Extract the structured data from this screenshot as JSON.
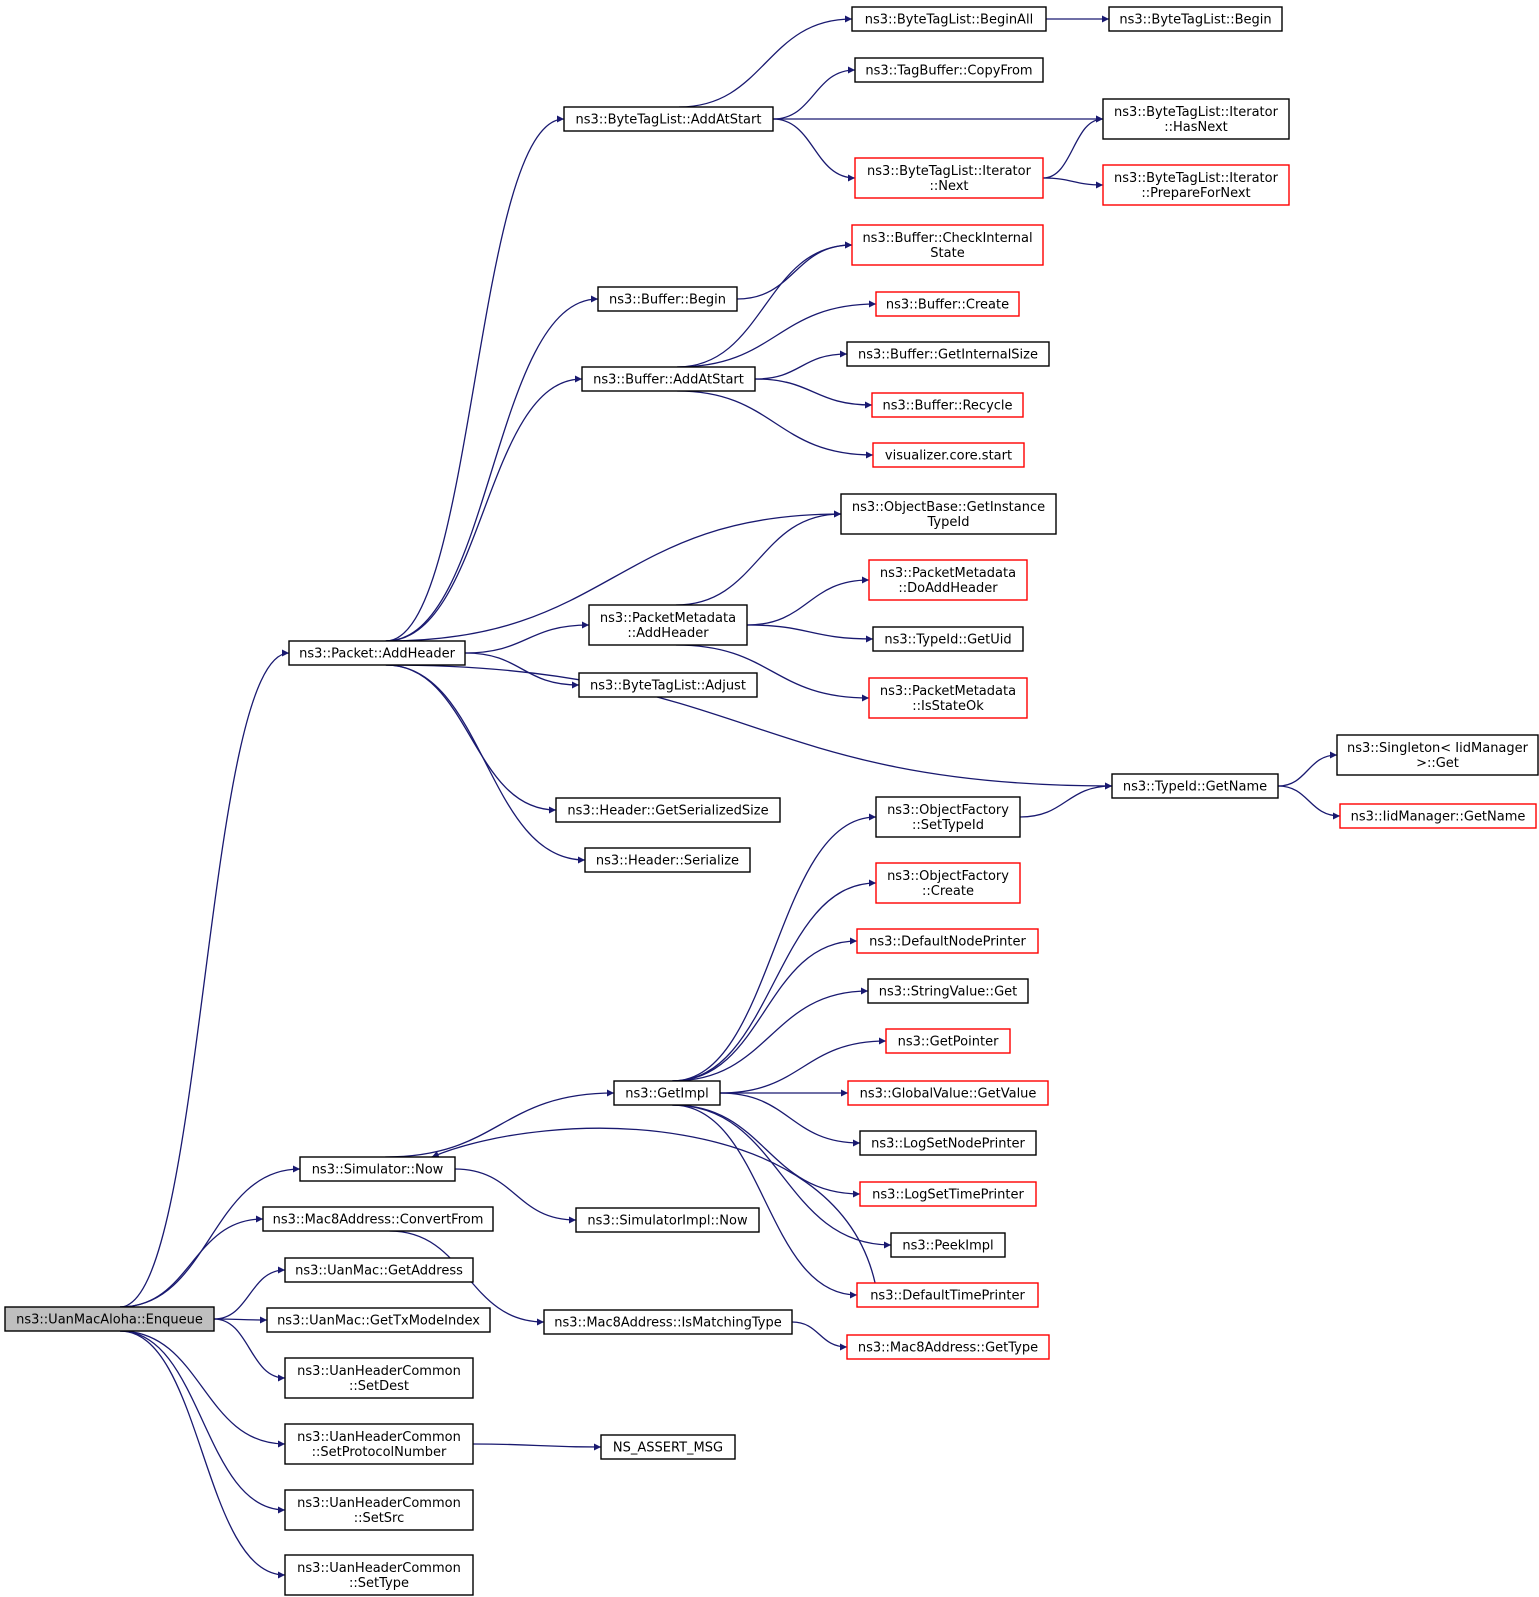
{
  "colors": {
    "edge": "#191970",
    "node_border_black": "#000000",
    "node_border_red": "#ff0000",
    "root_fill": "#bfbfbf",
    "node_fill": "#ffffff"
  },
  "nodes": {
    "enqueue": {
      "label": [
        "ns3::UanMacAloha::Enqueue"
      ],
      "border": "black",
      "root": true
    },
    "addheader": {
      "label": [
        "ns3::Packet::AddHeader"
      ],
      "border": "black"
    },
    "simnow": {
      "label": [
        "ns3::Simulator::Now"
      ],
      "border": "black"
    },
    "convertfrom": {
      "label": [
        "ns3::Mac8Address::ConvertFrom"
      ],
      "border": "black"
    },
    "getaddress": {
      "label": [
        "ns3::UanMac::GetAddress"
      ],
      "border": "black"
    },
    "gettxmode": {
      "label": [
        "ns3::UanMac::GetTxModeIndex"
      ],
      "border": "black"
    },
    "setdest": {
      "label": [
        "ns3::UanHeaderCommon",
        "::SetDest"
      ],
      "border": "black"
    },
    "setproto": {
      "label": [
        "ns3::UanHeaderCommon",
        "::SetProtocolNumber"
      ],
      "border": "black"
    },
    "setsrc": {
      "label": [
        "ns3::UanHeaderCommon",
        "::SetSrc"
      ],
      "border": "black"
    },
    "settype": {
      "label": [
        "ns3::UanHeaderCommon",
        "::SetType"
      ],
      "border": "black"
    },
    "btl_addatstart": {
      "label": [
        "ns3::ByteTagList::AddAtStart"
      ],
      "border": "black"
    },
    "buf_begin": {
      "label": [
        "ns3::Buffer::Begin"
      ],
      "border": "black"
    },
    "buf_addatstart": {
      "label": [
        "ns3::Buffer::AddAtStart"
      ],
      "border": "black"
    },
    "pm_addheader": {
      "label": [
        "ns3::PacketMetadata",
        "::AddHeader"
      ],
      "border": "black"
    },
    "btl_adjust": {
      "label": [
        "ns3::ByteTagList::Adjust"
      ],
      "border": "black"
    },
    "hdr_size": {
      "label": [
        "ns3::Header::GetSerializedSize"
      ],
      "border": "black"
    },
    "hdr_ser": {
      "label": [
        "ns3::Header::Serialize"
      ],
      "border": "black"
    },
    "getimpl": {
      "label": [
        "ns3::GetImpl"
      ],
      "border": "black"
    },
    "simimpl_now": {
      "label": [
        "ns3::SimulatorImpl::Now"
      ],
      "border": "black"
    },
    "ismatching": {
      "label": [
        "ns3::Mac8Address::IsMatchingType"
      ],
      "border": "black"
    },
    "ns_assert": {
      "label": [
        "NS_ASSERT_MSG"
      ],
      "border": "black"
    },
    "btl_beginall": {
      "label": [
        "ns3::ByteTagList::BeginAll"
      ],
      "border": "black"
    },
    "btl_begin": {
      "label": [
        "ns3::ByteTagList::Begin"
      ],
      "border": "black"
    },
    "tb_copyfrom": {
      "label": [
        "ns3::TagBuffer::CopyFrom"
      ],
      "border": "black"
    },
    "it_hasnext": {
      "label": [
        "ns3::ByteTagList::Iterator",
        "::HasNext"
      ],
      "border": "black"
    },
    "it_next": {
      "label": [
        "ns3::ByteTagList::Iterator",
        "::Next"
      ],
      "border": "red"
    },
    "it_prep": {
      "label": [
        "ns3::ByteTagList::Iterator",
        "::PrepareForNext"
      ],
      "border": "red"
    },
    "buf_checkint": {
      "label": [
        "ns3::Buffer::CheckInternal",
        "State"
      ],
      "border": "red"
    },
    "buf_create": {
      "label": [
        "ns3::Buffer::Create"
      ],
      "border": "red"
    },
    "buf_getint": {
      "label": [
        "ns3::Buffer::GetInternalSize"
      ],
      "border": "black"
    },
    "buf_recycle": {
      "label": [
        "ns3::Buffer::Recycle"
      ],
      "border": "red"
    },
    "viz_start": {
      "label": [
        "visualizer.core.start"
      ],
      "border": "red"
    },
    "ob_getinst": {
      "label": [
        "ns3::ObjectBase::GetInstance",
        "TypeId"
      ],
      "border": "black"
    },
    "pm_doadd": {
      "label": [
        "ns3::PacketMetadata",
        "::DoAddHeader"
      ],
      "border": "red"
    },
    "tid_getuid": {
      "label": [
        "ns3::TypeId::GetUid"
      ],
      "border": "black"
    },
    "pm_isok": {
      "label": [
        "ns3::PacketMetadata",
        "::IsStateOk"
      ],
      "border": "red"
    },
    "tid_getname": {
      "label": [
        "ns3::TypeId::GetName"
      ],
      "border": "black"
    },
    "singleton_get": {
      "label": [
        "ns3::Singleton< IidManager",
        ">::Get"
      ],
      "border": "black"
    },
    "iid_getname": {
      "label": [
        "ns3::IidManager::GetName"
      ],
      "border": "red"
    },
    "of_settypeid": {
      "label": [
        "ns3::ObjectFactory",
        "::SetTypeId"
      ],
      "border": "black"
    },
    "of_create": {
      "label": [
        "ns3::ObjectFactory",
        "::Create"
      ],
      "border": "red"
    },
    "defnodeprinter": {
      "label": [
        "ns3::DefaultNodePrinter"
      ],
      "border": "red"
    },
    "strval_get": {
      "label": [
        "ns3::StringValue::Get"
      ],
      "border": "black"
    },
    "getpointer": {
      "label": [
        "ns3::GetPointer"
      ],
      "border": "red"
    },
    "gv_getvalue": {
      "label": [
        "ns3::GlobalValue::GetValue"
      ],
      "border": "red"
    },
    "logsetnode": {
      "label": [
        "ns3::LogSetNodePrinter"
      ],
      "border": "black"
    },
    "logsettime": {
      "label": [
        "ns3::LogSetTimePrinter"
      ],
      "border": "red"
    },
    "peekimpl": {
      "label": [
        "ns3::PeekImpl"
      ],
      "border": "black"
    },
    "deftimeprinter": {
      "label": [
        "ns3::DefaultTimePrinter"
      ],
      "border": "red"
    },
    "mac8_gettype": {
      "label": [
        "ns3::Mac8Address::GetType"
      ],
      "border": "red"
    }
  },
  "edges": [
    [
      "enqueue",
      "addheader"
    ],
    [
      "enqueue",
      "simnow"
    ],
    [
      "enqueue",
      "convertfrom"
    ],
    [
      "enqueue",
      "getaddress"
    ],
    [
      "enqueue",
      "gettxmode"
    ],
    [
      "enqueue",
      "setdest"
    ],
    [
      "enqueue",
      "setproto"
    ],
    [
      "enqueue",
      "setsrc"
    ],
    [
      "enqueue",
      "settype"
    ],
    [
      "addheader",
      "btl_addatstart"
    ],
    [
      "addheader",
      "buf_begin"
    ],
    [
      "addheader",
      "buf_addatstart"
    ],
    [
      "addheader",
      "ob_getinst"
    ],
    [
      "addheader",
      "pm_addheader"
    ],
    [
      "addheader",
      "btl_adjust"
    ],
    [
      "addheader",
      "tid_getname"
    ],
    [
      "addheader",
      "hdr_size"
    ],
    [
      "addheader",
      "hdr_ser"
    ],
    [
      "btl_addatstart",
      "btl_beginall"
    ],
    [
      "btl_addatstart",
      "tb_copyfrom"
    ],
    [
      "btl_addatstart",
      "it_hasnext"
    ],
    [
      "btl_addatstart",
      "it_next"
    ],
    [
      "btl_beginall",
      "btl_begin"
    ],
    [
      "it_next",
      "it_hasnext"
    ],
    [
      "it_next",
      "it_prep"
    ],
    [
      "buf_begin",
      "buf_checkint"
    ],
    [
      "buf_addatstart",
      "buf_checkint"
    ],
    [
      "buf_addatstart",
      "buf_create"
    ],
    [
      "buf_addatstart",
      "buf_getint"
    ],
    [
      "buf_addatstart",
      "buf_recycle"
    ],
    [
      "buf_addatstart",
      "viz_start"
    ],
    [
      "pm_addheader",
      "ob_getinst"
    ],
    [
      "pm_addheader",
      "pm_doadd"
    ],
    [
      "pm_addheader",
      "tid_getuid"
    ],
    [
      "pm_addheader",
      "pm_isok"
    ],
    [
      "tid_getname",
      "singleton_get"
    ],
    [
      "tid_getname",
      "iid_getname"
    ],
    [
      "of_settypeid",
      "tid_getname"
    ],
    [
      "simnow",
      "getimpl"
    ],
    [
      "simnow",
      "simimpl_now"
    ],
    [
      "getimpl",
      "of_settypeid"
    ],
    [
      "getimpl",
      "of_create"
    ],
    [
      "getimpl",
      "defnodeprinter"
    ],
    [
      "getimpl",
      "strval_get"
    ],
    [
      "getimpl",
      "getpointer"
    ],
    [
      "getimpl",
      "gv_getvalue"
    ],
    [
      "getimpl",
      "logsetnode"
    ],
    [
      "getimpl",
      "logsettime"
    ],
    [
      "getimpl",
      "peekimpl"
    ],
    [
      "getimpl",
      "deftimeprinter"
    ],
    [
      "deftimeprinter",
      "simnow"
    ],
    [
      "convertfrom",
      "ismatching"
    ],
    [
      "ismatching",
      "mac8_gettype"
    ],
    [
      "setproto",
      "ns_assert"
    ]
  ]
}
